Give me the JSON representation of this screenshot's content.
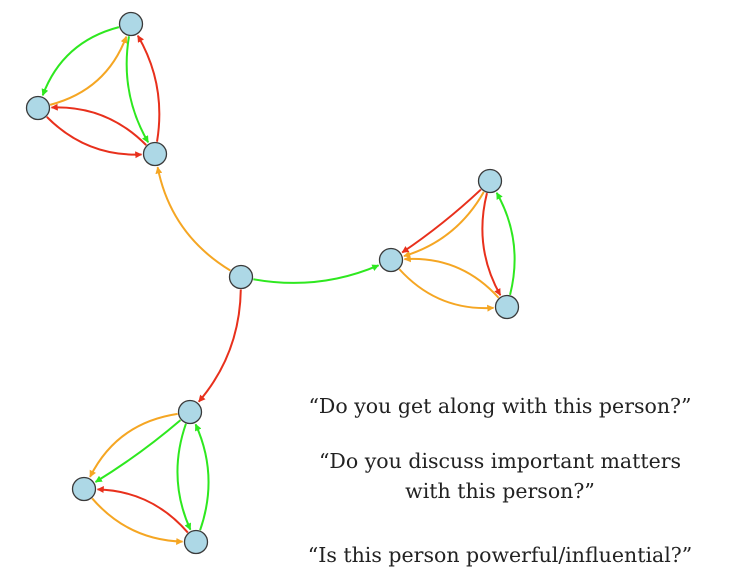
{
  "questions": {
    "get_along": "“Do you get along with this person?”",
    "discuss_line1": "“Do you discuss important matters",
    "discuss_line2": "with this person?”",
    "powerful": "“Is this person powerful/influential?”"
  },
  "colors": {
    "get_along": "#f5a623",
    "discuss": "#2ee81f",
    "powerful": "#e8301c",
    "node_fill": "#add8e6",
    "node_stroke": "#3a3a3a"
  },
  "network": {
    "nodes": [
      {
        "id": "hub"
      },
      {
        "id": "tl-top"
      },
      {
        "id": "tl-left"
      },
      {
        "id": "tl-bottom"
      },
      {
        "id": "r-left"
      },
      {
        "id": "r-top"
      },
      {
        "id": "r-bottom"
      },
      {
        "id": "b-top"
      },
      {
        "id": "b-left"
      },
      {
        "id": "b-bottom"
      }
    ],
    "edges": [
      {
        "from": "hub",
        "to": "tl-bottom",
        "type": "get_along"
      },
      {
        "from": "hub",
        "to": "r-left",
        "type": "discuss"
      },
      {
        "from": "hub",
        "to": "b-top",
        "type": "powerful"
      },
      {
        "from": "tl-left",
        "to": "tl-top",
        "type": "get_along"
      },
      {
        "from": "tl-top",
        "to": "tl-left",
        "type": "discuss"
      },
      {
        "from": "tl-top",
        "to": "tl-bottom",
        "type": "discuss"
      },
      {
        "from": "tl-bottom",
        "to": "tl-top",
        "type": "powerful"
      },
      {
        "from": "tl-left",
        "to": "tl-bottom",
        "type": "powerful"
      },
      {
        "from": "tl-bottom",
        "to": "tl-left",
        "type": "powerful"
      },
      {
        "from": "r-top",
        "to": "r-left",
        "type": "get_along"
      },
      {
        "from": "r-top",
        "to": "r-left",
        "type": "powerful"
      },
      {
        "from": "r-top",
        "to": "r-bottom",
        "type": "powerful"
      },
      {
        "from": "r-bottom",
        "to": "r-top",
        "type": "discuss"
      },
      {
        "from": "r-left",
        "to": "r-bottom",
        "type": "get_along"
      },
      {
        "from": "r-bottom",
        "to": "r-left",
        "type": "get_along"
      },
      {
        "from": "b-top",
        "to": "b-left",
        "type": "get_along"
      },
      {
        "from": "b-top",
        "to": "b-left",
        "type": "discuss"
      },
      {
        "from": "b-top",
        "to": "b-bottom",
        "type": "discuss"
      },
      {
        "from": "b-bottom",
        "to": "b-top",
        "type": "discuss"
      },
      {
        "from": "b-bottom",
        "to": "b-left",
        "type": "powerful"
      },
      {
        "from": "b-left",
        "to": "b-bottom",
        "type": "get_along"
      }
    ]
  }
}
